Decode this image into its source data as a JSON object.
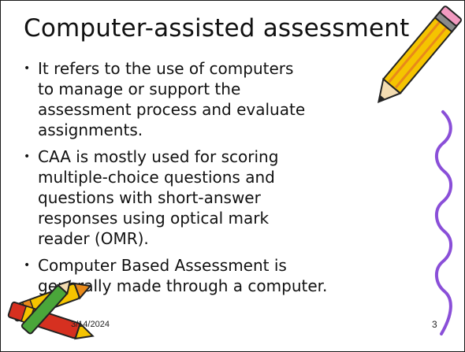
{
  "slide": {
    "title": "Computer-assisted assessment",
    "bullets": [
      "It refers to the use of computers to manage or support the assessment process and evaluate assignments.",
      "CAA is mostly used for scoring multiple-choice questions and questions with short-answer responses using optical mark reader (OMR).",
      "Computer Based Assessment is generally made through a computer."
    ],
    "bullet_symbol": "•",
    "footer": {
      "date": "3/14/2024",
      "page_number": "3"
    }
  },
  "decorations": {
    "top_right": "pencil-icon",
    "right_edge": "squiggle-line",
    "bottom_left": "crayons-icon"
  },
  "colors": {
    "text": "#111111",
    "pencil_yellow": "#f5c400",
    "pencil_orange": "#e8891a",
    "crayon_red": "#d63020",
    "squiggle_purple": "#8a4fd8"
  }
}
